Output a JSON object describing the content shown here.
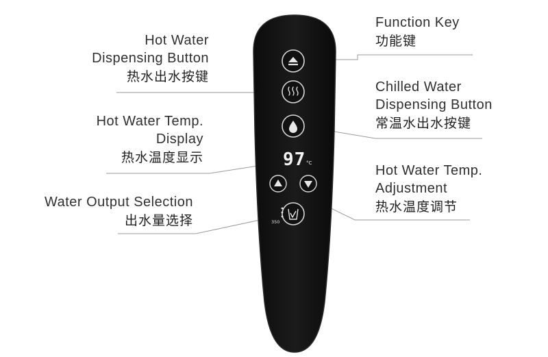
{
  "labels": {
    "function_key": {
      "en": "Function Key",
      "cn": "功能键"
    },
    "hot_water_dispensing": {
      "en1": "Hot Water",
      "en2": "Dispensing Button",
      "cn": "热水出水按键"
    },
    "chilled_water_dispensing": {
      "en1": "Chilled Water",
      "en2": "Dispensing Button",
      "cn": "常温水出水按键"
    },
    "hot_water_temp_display": {
      "en1": "Hot Water Temp.",
      "en2": "Display",
      "cn": "热水温度显示"
    },
    "hot_water_temp_adjustment": {
      "en1": "Hot Water Temp.",
      "en2": "Adjustment",
      "cn": "热水温度调节"
    },
    "water_output_selection": {
      "en": "Water Output Selection",
      "cn": "出水量选择"
    }
  },
  "display": {
    "temperature": "97",
    "unit": "°C"
  },
  "volume": {
    "value": "350"
  },
  "colors": {
    "remote_body": "#141414",
    "remote_edge": "#2a2a2a",
    "button_ring": "#d8d8d8",
    "display_text": "#f2f2f2",
    "leader_line": "#9a9a9a"
  },
  "icons": {
    "function": "eject-icon",
    "hot_water": "steam-icon",
    "chilled_water": "water-drop-icon",
    "temp_up": "triangle-up-icon",
    "temp_down": "triangle-down-icon",
    "water_output": "cup-icon"
  }
}
